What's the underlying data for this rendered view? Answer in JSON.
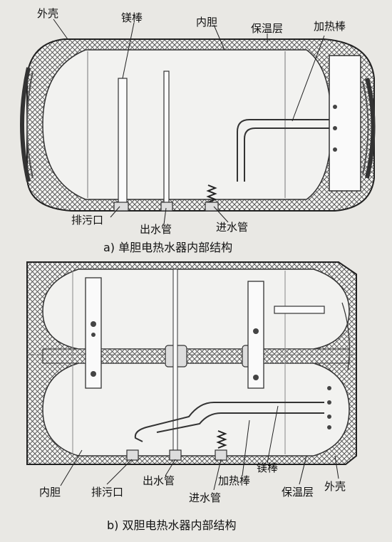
{
  "diagram_a": {
    "labels": {
      "outer_shell": "外壳",
      "magnesium_rod": "镁棒",
      "inner_tank": "内胆",
      "insulation": "保温层",
      "heating_rod": "加热棒",
      "drain_outlet": "排污口",
      "water_outlet": "出水管",
      "water_inlet": "进水管"
    },
    "caption": "a) 单胆电热水器内部结构"
  },
  "diagram_b": {
    "labels": {
      "inner_tank": "内胆",
      "drain_outlet": "排污口",
      "water_outlet": "出水管",
      "water_inlet": "进水管",
      "heating_rod": "加热棒",
      "magnesium_rod": "镁棒",
      "insulation": "保温层",
      "outer_shell": "外壳"
    },
    "caption": "b) 双胆电热水器内部结构"
  }
}
